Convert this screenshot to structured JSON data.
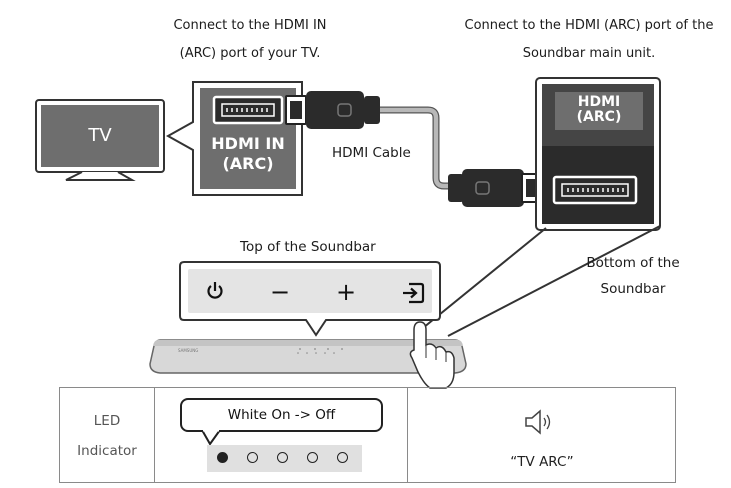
{
  "captions": {
    "tv_connect_line1": "Connect to the HDMI IN",
    "tv_connect_line2": "(ARC) port of your TV.",
    "soundbar_connect_line1": "Connect to the HDMI (ARC) port of the",
    "soundbar_connect_line2": "Soundbar main unit."
  },
  "tv_label": "TV",
  "tv_port_label_line1": "HDMI IN",
  "tv_port_label_line2": "(ARC)",
  "soundbar_port_label_line1": "HDMI",
  "soundbar_port_label_line2": "(ARC)",
  "cable_label": "HDMI Cable",
  "top_of_soundbar": "Top of the Soundbar",
  "bottom_of_soundbar_line1": "Bottom of the",
  "bottom_of_soundbar_line2": "Soundbar",
  "soundbar_buttons": [
    {
      "name": "power-button",
      "glyph": "⏻"
    },
    {
      "name": "volume-down-button",
      "glyph": "−"
    },
    {
      "name": "volume-up-button",
      "glyph": "+"
    },
    {
      "name": "source-button",
      "glyph": "source"
    }
  ],
  "led_table": {
    "header_line1": "LED",
    "header_line2": "Indicator",
    "status_text": "White On -> Off",
    "leds": [
      true,
      false,
      false,
      false,
      false
    ],
    "speaker_text": "“TV ARC”"
  },
  "colors": {
    "panel_gray": "#6e6e6e",
    "port_dark": "#2b2b2b",
    "cable_gray": "#a8a8a8",
    "soundbar_light": "#d9d9d9"
  }
}
